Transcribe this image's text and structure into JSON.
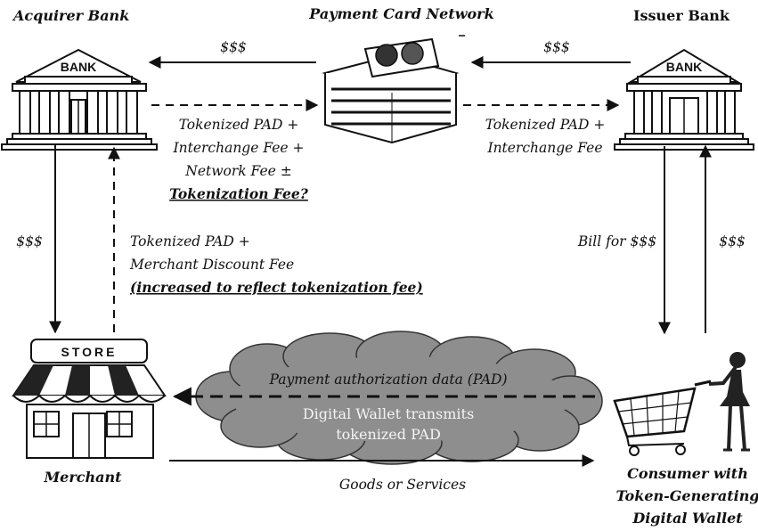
{
  "nodes": {
    "acquirer": {
      "title": "Acquirer Bank",
      "sign": "BANK"
    },
    "network": {
      "title": "Payment Card Network"
    },
    "issuer": {
      "title": "Issuer Bank",
      "sign": "BANK"
    },
    "merchant": {
      "title": "Merchant",
      "sign": "STORE"
    },
    "consumer": {
      "title_lines": [
        "Consumer with",
        "Token-Generating",
        "Digital Wallet"
      ]
    }
  },
  "edges": {
    "network_to_acquirer": "$$$",
    "issuer_to_network": "$$$",
    "acquirer_to_network": [
      "Tokenized PAD +",
      "Interchange Fee +",
      "Network Fee ±",
      "Tokenization Fee?"
    ],
    "network_to_issuer": [
      "Tokenized PAD +",
      "Interchange Fee"
    ],
    "acquirer_to_merchant": "$$$",
    "merchant_to_acquirer": [
      "Tokenized PAD +",
      "Merchant Discount Fee",
      "(increased to reflect tokenization fee)"
    ],
    "issuer_to_consumer": "Bill for $$$",
    "consumer_to_issuer": "$$$",
    "merchant_to_consumer": "Goods or Services"
  },
  "cloud": {
    "pad_label": "Payment authorization data (PAD)",
    "wallet_lines": [
      "Digital Wallet transmits",
      "tokenized PAD"
    ]
  }
}
